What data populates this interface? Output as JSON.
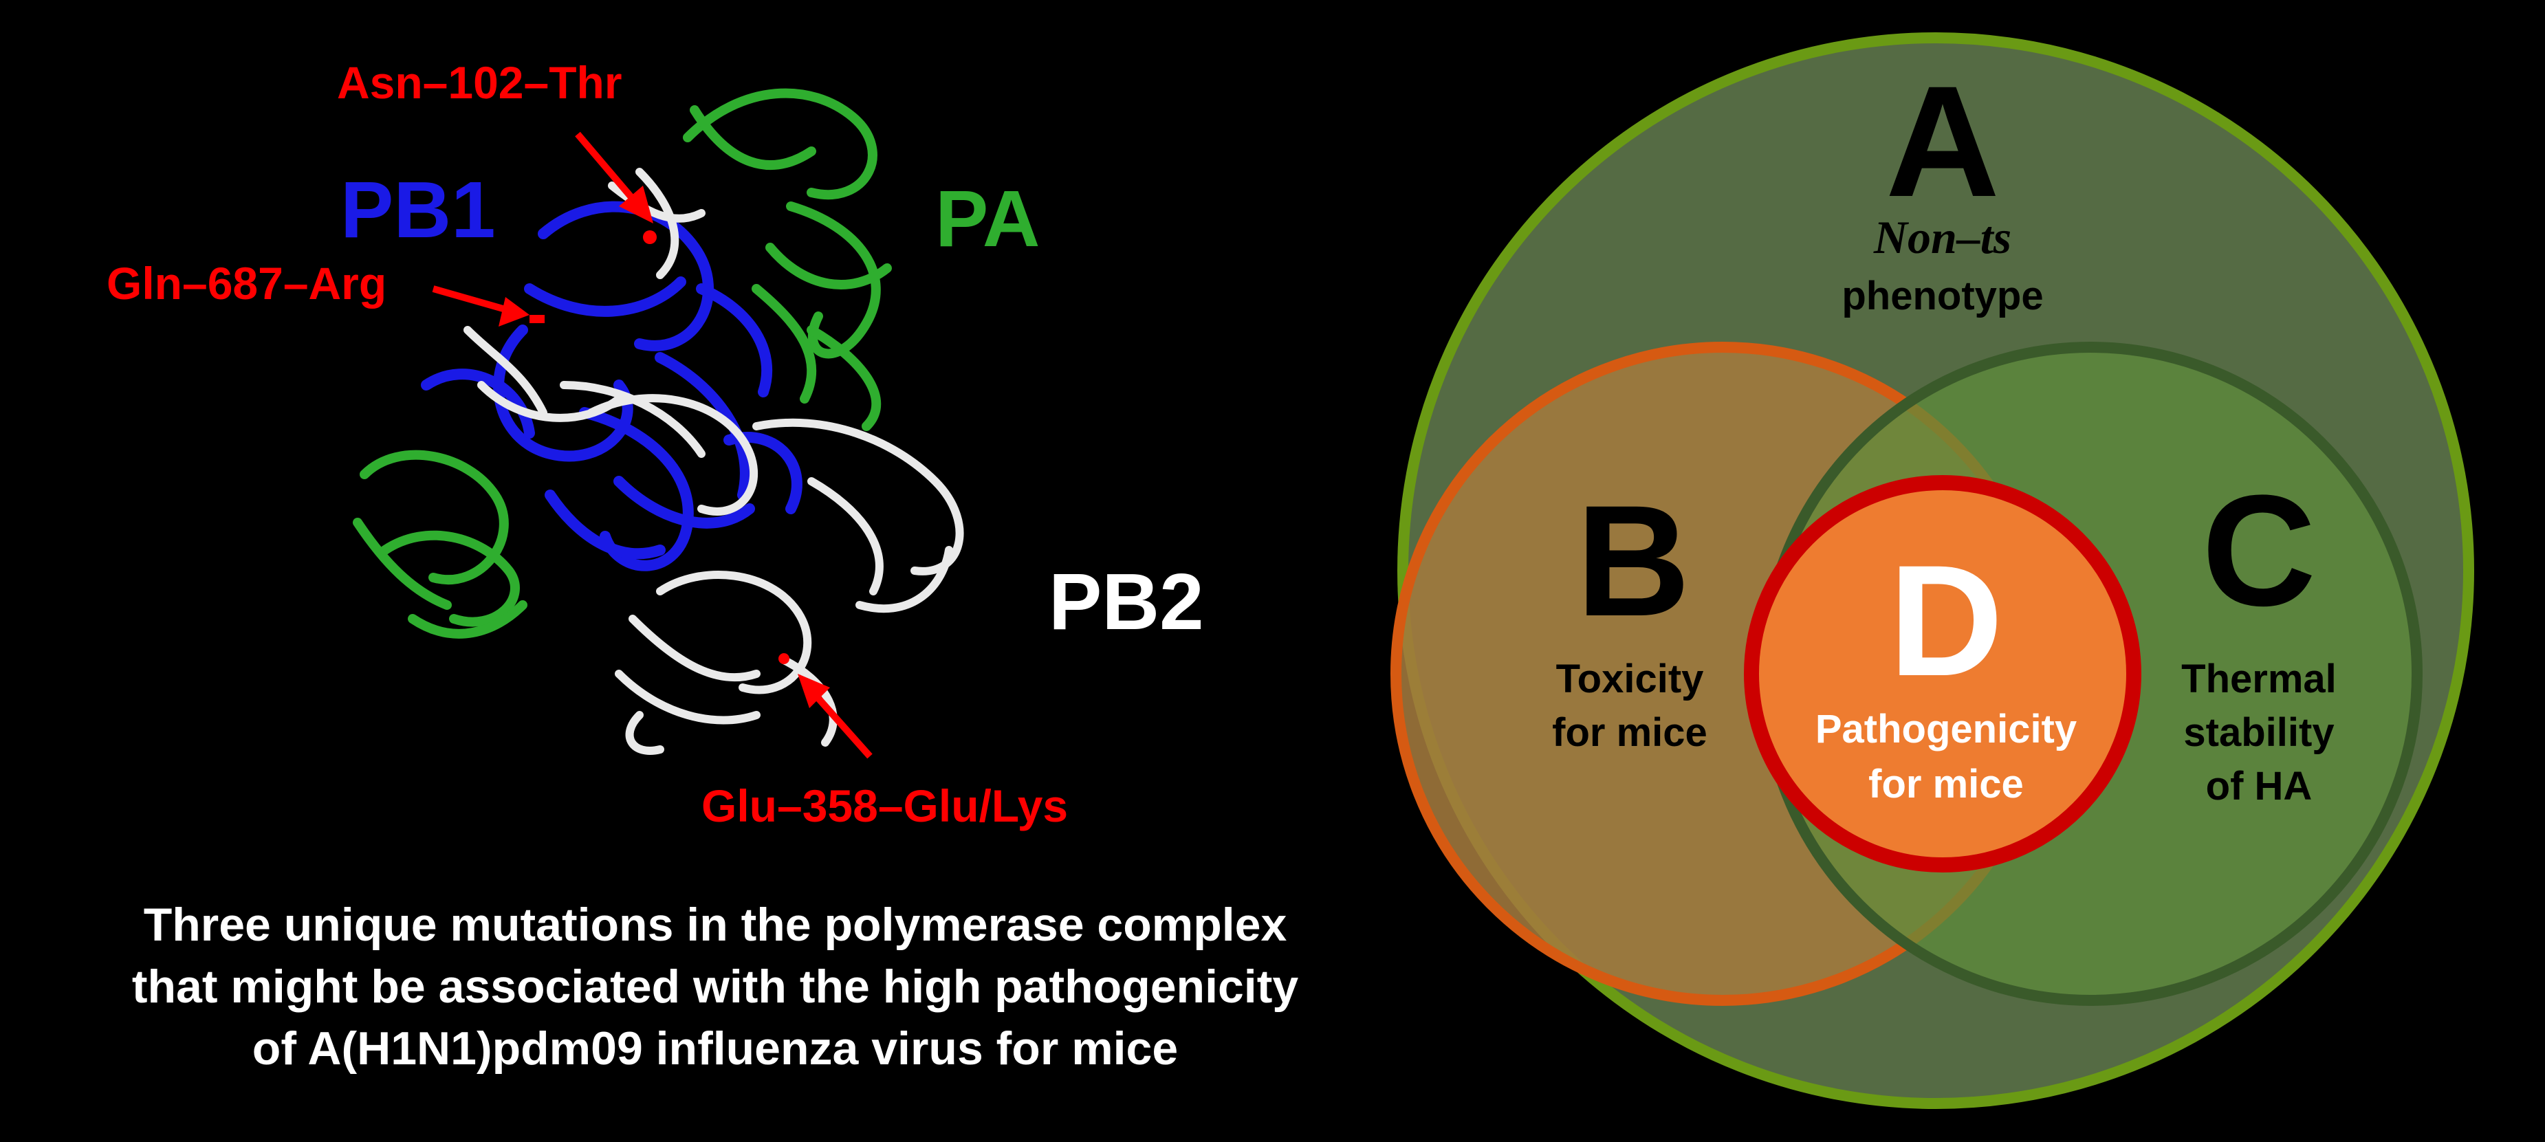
{
  "protein": {
    "chains": {
      "pb1": {
        "label": "PB1",
        "color": "#1a1ae6"
      },
      "pa": {
        "label": "PA",
        "color": "#2fae2f"
      },
      "pb2": {
        "label": "PB2",
        "color": "#ffffff"
      }
    },
    "mutations": [
      {
        "label": "Asn–102–Thr"
      },
      {
        "label": "Gln–687–Arg"
      },
      {
        "label": "Glu–358–Glu/Lys"
      }
    ],
    "mutation_color": "#ff0000"
  },
  "caption": {
    "line1": "Three unique mutations in the polymerase complex",
    "line2": "that might be associated with the high pathogenicity",
    "line3": "of A(H1N1)pdm09 influenza virus for mice"
  },
  "venn": {
    "a": {
      "letter": "A",
      "line1": "Non–ts",
      "line2": "phenotype",
      "fill": "#556b44",
      "stroke": "#6a9a14"
    },
    "b": {
      "letter": "B",
      "line1": "Toxicity",
      "line2": "for mice",
      "fill": "#a37a3e",
      "stroke": "#d65a12"
    },
    "c": {
      "letter": "C",
      "line1": "Thermal",
      "line2": "stability",
      "line3": "of HA",
      "fill": "#5e8c3a",
      "stroke": "#3a5a2a"
    },
    "d": {
      "letter": "D",
      "line1": "Pathogenicity",
      "line2": "for mice",
      "fill": "#ee7c30",
      "stroke": "#cc0000"
    }
  }
}
